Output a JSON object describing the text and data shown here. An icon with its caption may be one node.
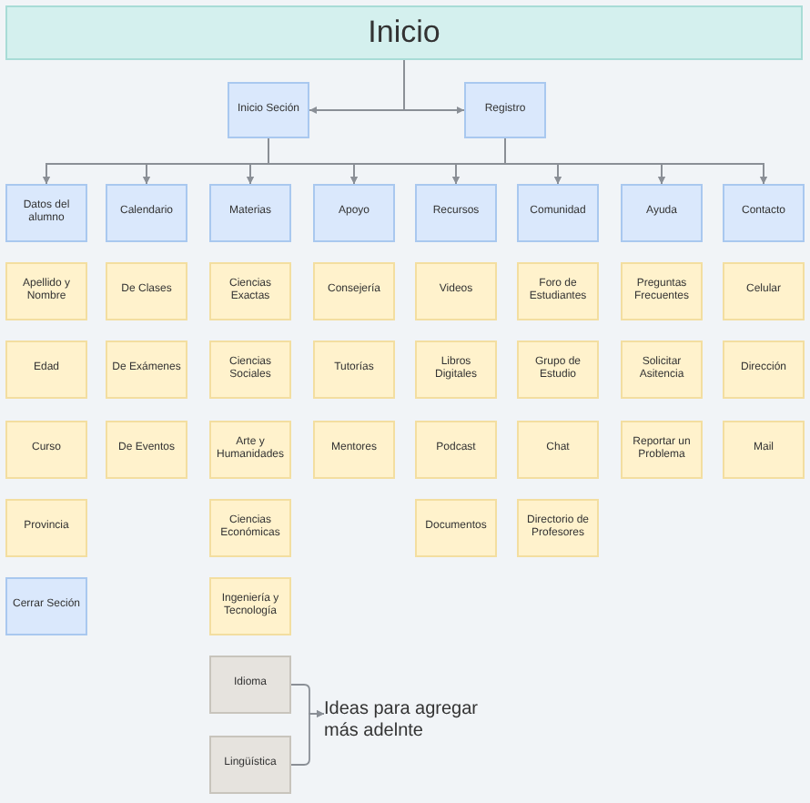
{
  "diagram": {
    "nodes": [
      {
        "text": [
          "Inicio"
        ]
      },
      {
        "text": [
          "Inicio Seción"
        ]
      },
      {
        "text": [
          "Registro"
        ]
      },
      {
        "text": [
          "Datos del alumno"
        ]
      },
      {
        "text": [
          "Calendario"
        ]
      },
      {
        "text": [
          "Materias"
        ]
      },
      {
        "text": [
          "Apoyo"
        ]
      },
      {
        "text": [
          "Recursos"
        ]
      },
      {
        "text": [
          "Comunidad"
        ]
      },
      {
        "text": [
          "Ayuda"
        ]
      },
      {
        "text": [
          "Contacto"
        ]
      },
      {
        "text": [
          "Apellido y Nombre"
        ]
      },
      {
        "text": [
          "De Clases"
        ]
      },
      {
        "text": [
          "Ciencias Exactas"
        ]
      },
      {
        "text": [
          "Consejería"
        ]
      },
      {
        "text": [
          "Videos"
        ]
      },
      {
        "text": [
          "Foro de Estudiantes"
        ]
      },
      {
        "text": [
          "Preguntas Frecuentes"
        ]
      },
      {
        "text": [
          "Celular"
        ]
      },
      {
        "text": [
          "Edad"
        ]
      },
      {
        "text": [
          "De Exámenes"
        ]
      },
      {
        "text": [
          "Ciencias Sociales"
        ]
      },
      {
        "text": [
          "Tutorías"
        ]
      },
      {
        "text": [
          "Libros Digitales"
        ]
      },
      {
        "text": [
          "Grupo de Estudio"
        ]
      },
      {
        "text": [
          "Solicitar Asitencia"
        ]
      },
      {
        "text": [
          "Dirección"
        ]
      },
      {
        "text": [
          "Curso"
        ]
      },
      {
        "text": [
          "De Eventos"
        ]
      },
      {
        "text": [
          "Arte y Humanidades"
        ]
      },
      {
        "text": [
          "Mentores"
        ]
      },
      {
        "text": [
          "Podcast"
        ]
      },
      {
        "text": [
          "Chat"
        ]
      },
      {
        "text": [
          "Reportar un Problema"
        ]
      },
      {
        "text": [
          "Mail"
        ]
      },
      {
        "text": [
          "Provincia"
        ]
      },
      {
        "text": [
          "Ciencias Económicas"
        ]
      },
      {
        "text": [
          "Documentos"
        ]
      },
      {
        "text": [
          "Directorio de Profesores"
        ]
      },
      {
        "text": [
          "Cerrar Seción"
        ]
      },
      {
        "text": [
          "Ingeniería y Tecnología"
        ]
      },
      {
        "text": [
          "Idioma"
        ]
      },
      {
        "text": [
          "Lingüística"
        ]
      },
      {
        "text": [
          "Ideas para agregar más adelnte"
        ]
      }
    ],
    "edges": [
      {
        "from": 0,
        "to": 1,
        "arrow": "to"
      },
      {
        "from": 0,
        "to": 2,
        "arrow": "to"
      },
      {
        "from": 1,
        "to": 3,
        "arrow": "to"
      },
      {
        "from": 1,
        "to": 4,
        "arrow": "to"
      },
      {
        "from": 1,
        "to": 5,
        "arrow": "to"
      },
      {
        "from": 1,
        "to": 6,
        "arrow": "to"
      },
      {
        "from": 1,
        "to": 7,
        "arrow": "to"
      },
      {
        "from": 1,
        "to": 8,
        "arrow": "to"
      },
      {
        "from": 1,
        "to": 9,
        "arrow": "to"
      },
      {
        "from": 1,
        "to": 10,
        "arrow": "to"
      },
      {
        "from": 2,
        "to": 3,
        "arrow": "to"
      },
      {
        "from": 2,
        "to": 4,
        "arrow": "to"
      },
      {
        "from": 2,
        "to": 5,
        "arrow": "to"
      },
      {
        "from": 2,
        "to": 6,
        "arrow": "to"
      },
      {
        "from": 2,
        "to": 7,
        "arrow": "to"
      },
      {
        "from": 2,
        "to": 8,
        "arrow": "to"
      },
      {
        "from": 2,
        "to": 9,
        "arrow": "to"
      },
      {
        "from": 2,
        "to": 10,
        "arrow": "to"
      },
      {
        "from": 41,
        "to": 43,
        "arrow": "to"
      },
      {
        "from": 42,
        "to": 43,
        "arrow": "to"
      }
    ]
  }
}
